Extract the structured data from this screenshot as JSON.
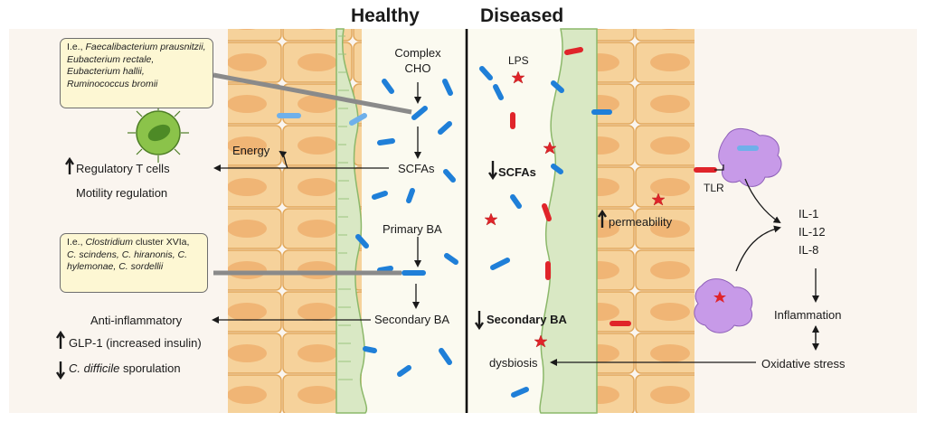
{
  "headers": {
    "healthy": "Healthy",
    "diseased": "Diseased"
  },
  "healthy": {
    "box_top": {
      "prefix": "I.e., ",
      "text": "Faecalibacterium prausnitzii, Eubacterium rectale, Eubacterium hallii, Ruminococcus bromii"
    },
    "box_bottom": {
      "prefix": "I.e., ",
      "italic1": "Clostridium",
      "mid": " cluster XVIa, ",
      "text": "C. scindens, C. hiranonis, C. hylemonae, C. sordellii"
    },
    "complex_cho": "Complex\nCHO",
    "energy": "Energy",
    "scfas": "SCFAs",
    "regulatory_t": "Regulatory T cells",
    "motility": "Motility regulation",
    "primary_ba": "Primary BA",
    "secondary_ba": "Secondary BA",
    "anti_inflammatory": "Anti-inflammatory",
    "glp1": "GLP-1 (increased insulin)",
    "cdiff_italic": "C. difficile",
    "cdiff_rest": " sporulation"
  },
  "diseased": {
    "lps": "LPS",
    "scfas": "SCFAs",
    "permeability": "permeability",
    "secondary_ba": "Secondary BA",
    "dysbiosis": "dysbiosis",
    "tlr": "TLR",
    "il1": "IL-1",
    "il12": "IL-12",
    "il8": "IL-8",
    "inflammation": "Inflammation",
    "oxidative_stress": "Oxidative stress"
  },
  "colors": {
    "epithelium": "#f6d29b",
    "cell_border": "#e2a85c",
    "nucleus": "#f0b575",
    "mucus": "#d9e8c4",
    "bg": "#faf5ef",
    "blue_bacteria": "#1f7fd8",
    "red_bacteria": "#e0242a",
    "immune_cell": "#c79ae8",
    "t_cell": "#8bc34a",
    "box_fill": "#fdf7d3"
  }
}
